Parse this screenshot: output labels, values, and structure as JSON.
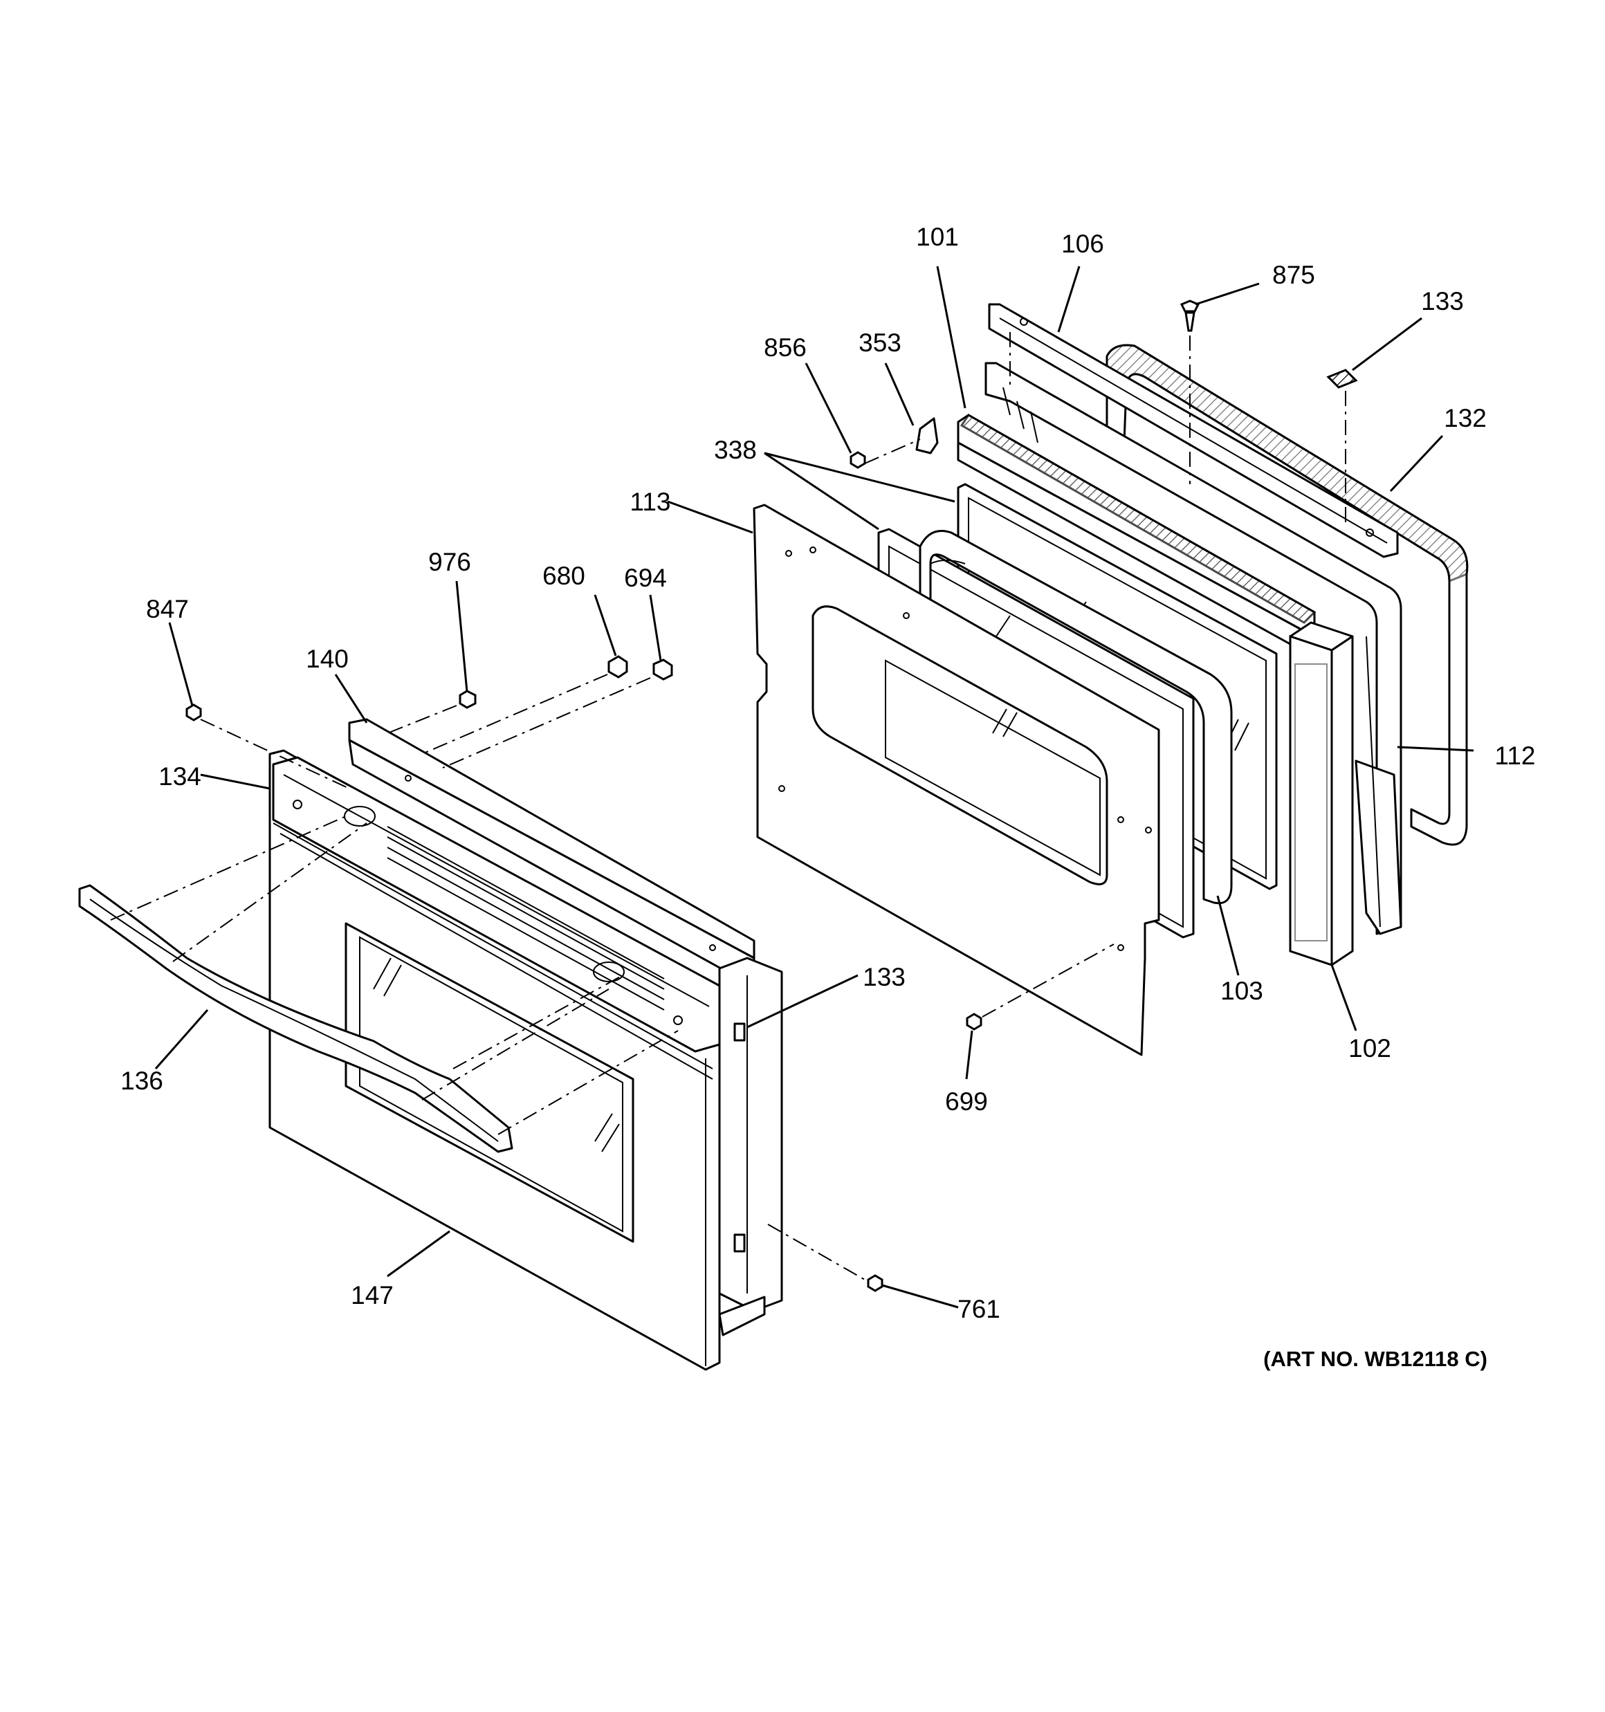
{
  "diagram": {
    "callouts": [
      {
        "id": "101",
        "label": "101"
      },
      {
        "id": "106",
        "label": "106"
      },
      {
        "id": "875",
        "label": "875"
      },
      {
        "id": "133a",
        "label": "133"
      },
      {
        "id": "856",
        "label": "856"
      },
      {
        "id": "353",
        "label": "353"
      },
      {
        "id": "132",
        "label": "132"
      },
      {
        "id": "338",
        "label": "338"
      },
      {
        "id": "113",
        "label": "113"
      },
      {
        "id": "976",
        "label": "976"
      },
      {
        "id": "680",
        "label": "680"
      },
      {
        "id": "694",
        "label": "694"
      },
      {
        "id": "847",
        "label": "847"
      },
      {
        "id": "140",
        "label": "140"
      },
      {
        "id": "112",
        "label": "112"
      },
      {
        "id": "134",
        "label": "134"
      },
      {
        "id": "133b",
        "label": "133"
      },
      {
        "id": "103",
        "label": "103"
      },
      {
        "id": "102",
        "label": "102"
      },
      {
        "id": "136",
        "label": "136"
      },
      {
        "id": "699",
        "label": "699"
      },
      {
        "id": "761",
        "label": "761"
      },
      {
        "id": "147",
        "label": "147"
      }
    ],
    "art_number": "(ART NO. WB12118 C)"
  }
}
